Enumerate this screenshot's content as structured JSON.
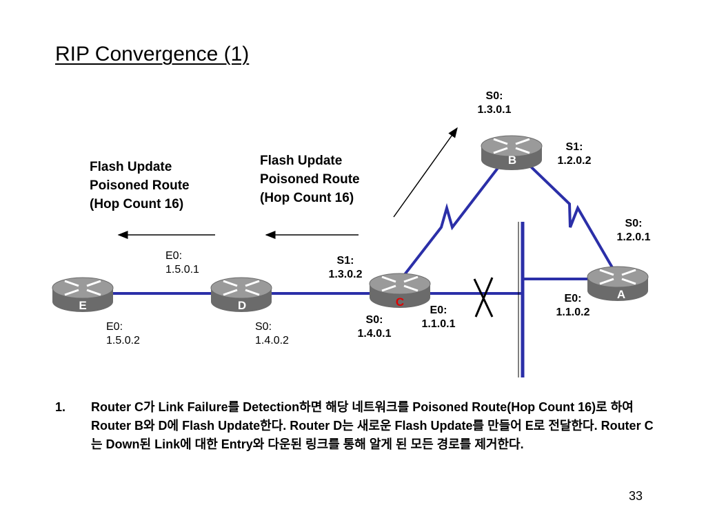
{
  "slide": {
    "title": "RIP Convergence (1)",
    "page_number": "33"
  },
  "routers": {
    "A": "A",
    "B": "B",
    "C": "C",
    "D": "D",
    "E": "E"
  },
  "interfaces": {
    "b_s0": [
      "S0:",
      "1.3.0.1"
    ],
    "b_s1": [
      "S1:",
      "1.2.0.2"
    ],
    "a_s0": [
      "S0:",
      "1.2.0.1"
    ],
    "a_e0": [
      "E0:",
      "1.1.0.2"
    ],
    "c_s1": [
      "S1:",
      "1.3.0.2"
    ],
    "c_s0": [
      "S0:",
      "1.4.0.1"
    ],
    "c_e0": [
      "E0:",
      "1.1.0.1"
    ],
    "d_e0": [
      "E0:",
      "1.5.0.1"
    ],
    "d_s0": [
      "S0:",
      "1.4.0.2"
    ],
    "e_e0": [
      "E0:",
      "1.5.0.2"
    ]
  },
  "flash_updates": {
    "left": [
      "Flash Update",
      "Poisoned Route",
      "(Hop Count 16)"
    ],
    "right": [
      "Flash Update",
      "Poisoned Route",
      "(Hop Count 16)"
    ]
  },
  "description": {
    "number": "1.",
    "text": "Router C가 Link Failure를 Detection하면 해당 네트워크를 Poisoned Route(Hop Count 16)로 하여 Router B와 D에 Flash Update한다.  Router D는 새로운 Flash Update를 만들어 E로 전달한다. Router C는 Down된 Link에 대한 Entry와 다운된 링크를 통해 알게 된 모든 경로를 제거한다."
  },
  "colors": {
    "link": "#2b2fa8",
    "router_body": "#6b6b6b",
    "router_top": "#9a9a9a",
    "alert_label": "#e00000"
  },
  "icons": [
    "router-icon",
    "arrow-left-icon",
    "arrow-up-right-icon",
    "link-failure-x-icon"
  ]
}
